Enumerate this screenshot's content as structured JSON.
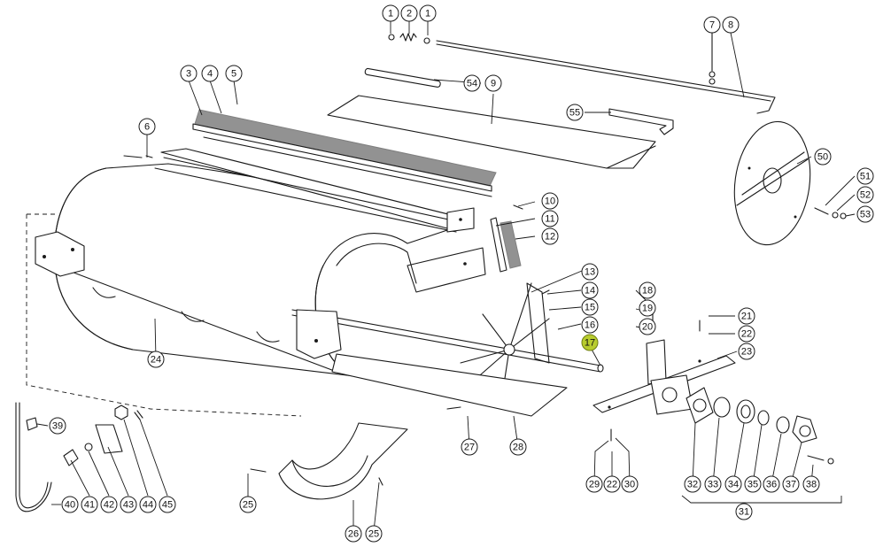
{
  "diagram": {
    "type": "exploded-parts-view",
    "highlight_color": "#b8cc2e",
    "highlighted_callout": "17",
    "callouts": [
      "1",
      "2",
      "1",
      "3",
      "4",
      "5",
      "6",
      "7",
      "8",
      "54",
      "9",
      "55",
      "10",
      "11",
      "12",
      "13",
      "14",
      "15",
      "16",
      "17",
      "18",
      "19",
      "20",
      "21",
      "22",
      "23",
      "24",
      "25",
      "25",
      "26",
      "27",
      "28",
      "29",
      "22",
      "30",
      "31",
      "32",
      "33",
      "34",
      "35",
      "36",
      "37",
      "38",
      "39",
      "40",
      "41",
      "42",
      "43",
      "44",
      "45",
      "50",
      "51",
      "52",
      "53"
    ]
  }
}
